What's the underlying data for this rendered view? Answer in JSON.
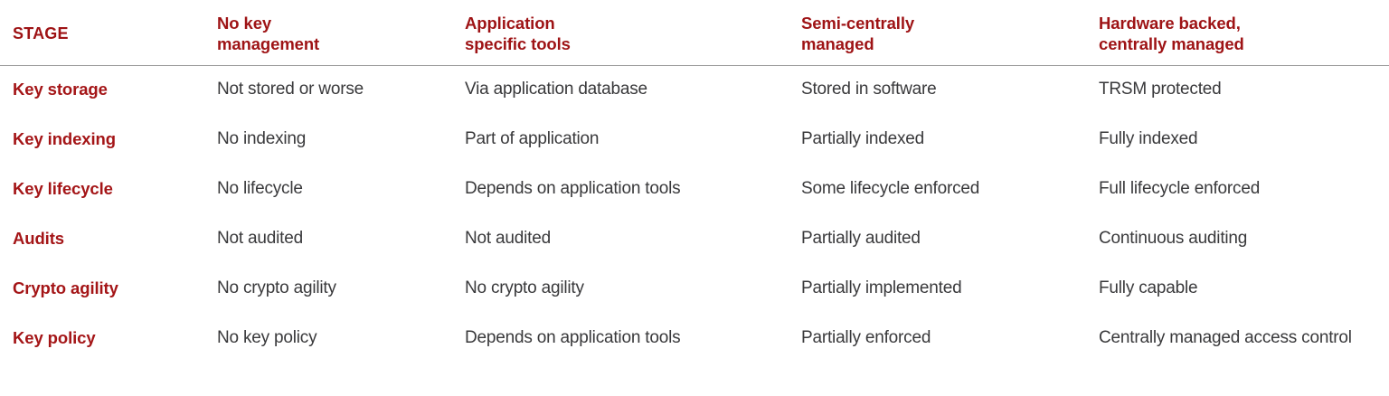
{
  "table": {
    "accent_color_header": "#9e1315",
    "accent_color_row_label": "#a41517",
    "body_text_color": "#39393b",
    "divider_color": "#9b9b9b",
    "columns": [
      {
        "id": "stage",
        "label": "STAGE"
      },
      {
        "id": "no-key-mgmt",
        "label": "No key\nmanagement"
      },
      {
        "id": "app-specific",
        "label": "Application\nspecific tools"
      },
      {
        "id": "semi-central",
        "label": "Semi-centrally\n managed"
      },
      {
        "id": "hardware",
        "label": "Hardware backed,\ncentrally managed"
      }
    ],
    "rows": [
      {
        "label": "Key storage",
        "cells": [
          "Not stored or worse",
          "Via application database",
          "Stored in software",
          "TRSM protected"
        ]
      },
      {
        "label": "Key indexing",
        "cells": [
          "No indexing",
          "Part of application",
          "Partially indexed",
          "Fully indexed"
        ]
      },
      {
        "label": "Key lifecycle",
        "cells": [
          "No lifecycle",
          "Depends on application tools",
          "Some lifecycle enforced",
          "Full lifecycle enforced"
        ]
      },
      {
        "label": "Audits",
        "cells": [
          "Not audited",
          "Not audited",
          "Partially audited",
          "Continuous auditing"
        ]
      },
      {
        "label": "Crypto agility",
        "cells": [
          "No crypto agility",
          "No crypto agility",
          "Partially implemented",
          "Fully capable"
        ]
      },
      {
        "label": "Key policy",
        "cells": [
          "No key policy",
          "Depends on application tools",
          "Partially enforced",
          "Centrally managed access control"
        ]
      }
    ]
  }
}
